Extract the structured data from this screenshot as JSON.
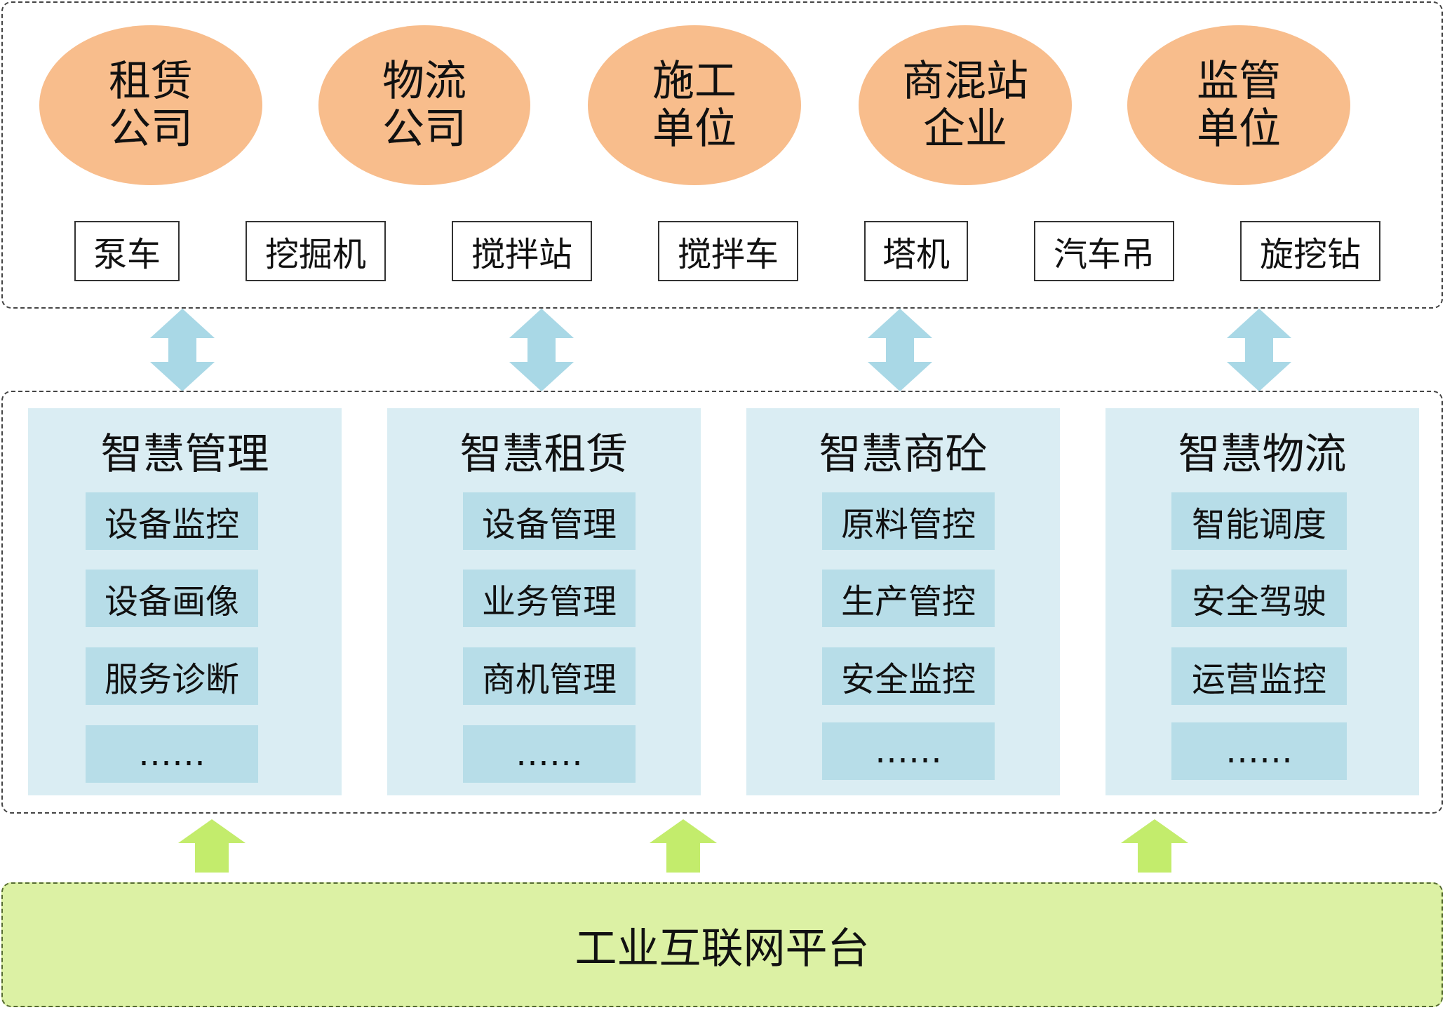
{
  "organizations": [
    {
      "label": "租赁\n公司"
    },
    {
      "label": "物流\n公司"
    },
    {
      "label": "施工\n单位"
    },
    {
      "label": "商混站\n企业"
    },
    {
      "label": "监管\n单位"
    }
  ],
  "equipment": [
    {
      "label": "泵车"
    },
    {
      "label": "挖掘机"
    },
    {
      "label": "搅拌站"
    },
    {
      "label": "搅拌车"
    },
    {
      "label": "塔机"
    },
    {
      "label": "汽车吊"
    },
    {
      "label": "旋挖钻"
    }
  ],
  "modules": [
    {
      "title": "智慧管理",
      "items": [
        "设备监控",
        "设备画像",
        "服务诊断",
        "……"
      ]
    },
    {
      "title": "智慧租赁",
      "items": [
        "设备管理",
        "业务管理",
        "商机管理",
        "……"
      ]
    },
    {
      "title": "智慧商砼",
      "items": [
        "原料管控",
        "生产管控",
        "安全监控",
        "……"
      ]
    },
    {
      "title": "智慧物流",
      "items": [
        "智能调度",
        "安全驾驶",
        "运营监控",
        "……"
      ]
    }
  ],
  "platform": {
    "label": "工业互联网平台"
  },
  "colors": {
    "org_fill": "#f8bd8c",
    "module_bg": "#daedf3",
    "module_item": "#b7dde8",
    "double_arrow": "#a9d8e6",
    "up_arrow": "#c3ec6c",
    "platform_bg": "#dcf1a4"
  }
}
